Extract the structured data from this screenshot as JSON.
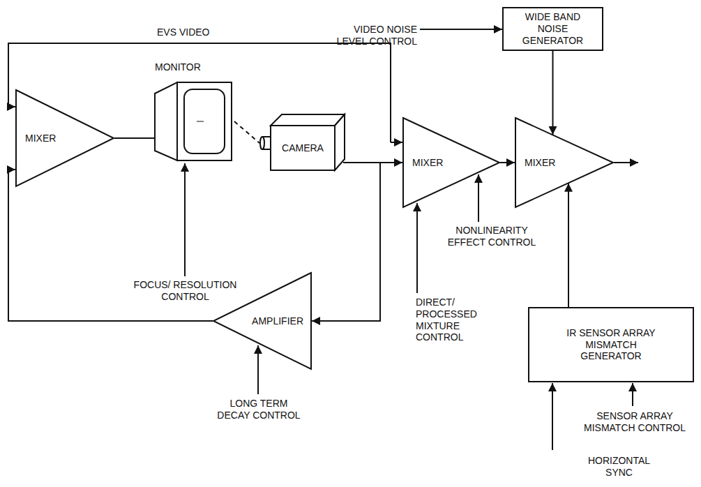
{
  "diagram": {
    "nodes": [
      {
        "text": [
          "MIXER"
        ]
      },
      {
        "text": [
          "MONITOR"
        ]
      },
      {
        "text": [
          "CAMERA"
        ]
      },
      {
        "text": [
          "MIXER"
        ]
      },
      {
        "text": [
          "MIXER"
        ]
      },
      {
        "text": [
          "WIDE BAND NOISE GENERATOR"
        ]
      },
      {
        "text": [
          "AMPLIFIER"
        ]
      },
      {
        "text": [
          "IR SENSOR ARRAY MISMATCH GENERATOR"
        ]
      }
    ],
    "edges": [
      {
        "from": 0,
        "to": 1,
        "arrow": "none"
      },
      {
        "from": 1,
        "to": 2,
        "arrow": "none"
      },
      {
        "from": 2,
        "to": 3,
        "arrow": "to"
      },
      {
        "from": 2,
        "to": 6,
        "arrow": "to"
      },
      {
        "from": 6,
        "to": 0,
        "arrow": "to"
      },
      {
        "from": 3,
        "to": 4,
        "arrow": "to"
      },
      {
        "from": 5,
        "to": 4,
        "arrow": "to"
      },
      {
        "from": 7,
        "to": 4,
        "arrow": "to"
      }
    ],
    "labels": [
      "EVS VIDEO",
      "VIDEO NOISE LEVEL CONTROL",
      "FOCUS/ RESOLUTION CONTROL",
      "NONLINEARITY EFFECT CONTROL",
      "DIRECT/ PROCESSED MIXTURE CONTROL",
      "LONG TERM DECAY CONTROL",
      "HORIZONTAL SYNC",
      "SENSOR ARRAY MISMATCH CONTROL"
    ]
  }
}
